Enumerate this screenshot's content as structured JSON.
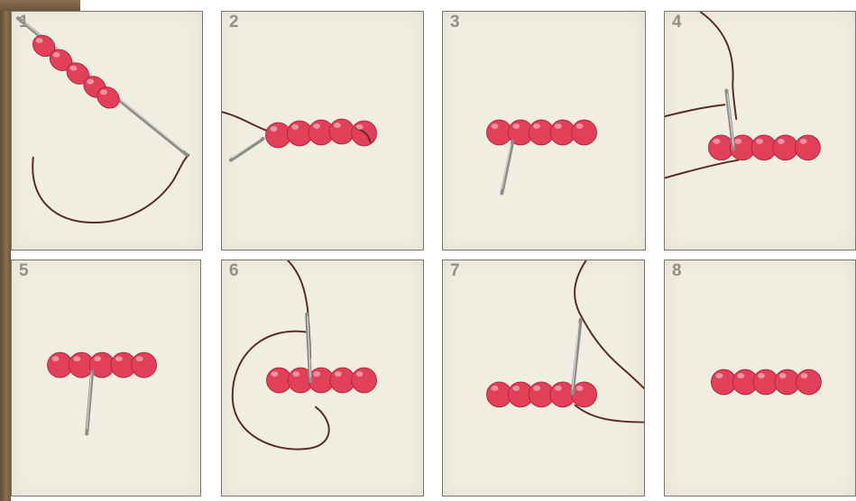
{
  "steps": [
    {
      "number": "1"
    },
    {
      "number": "2"
    },
    {
      "number": "3"
    },
    {
      "number": "4"
    },
    {
      "number": "5"
    },
    {
      "number": "6"
    },
    {
      "number": "7"
    },
    {
      "number": "8"
    }
  ],
  "colors": {
    "frame": "#8d7152",
    "panel_background": "#f0ede1",
    "panel_border": "#7b776d",
    "bead": "#e23f59",
    "bead_shadow": "#b1283f",
    "thread": "#5a2d24",
    "needle": "#8d8e8a"
  }
}
